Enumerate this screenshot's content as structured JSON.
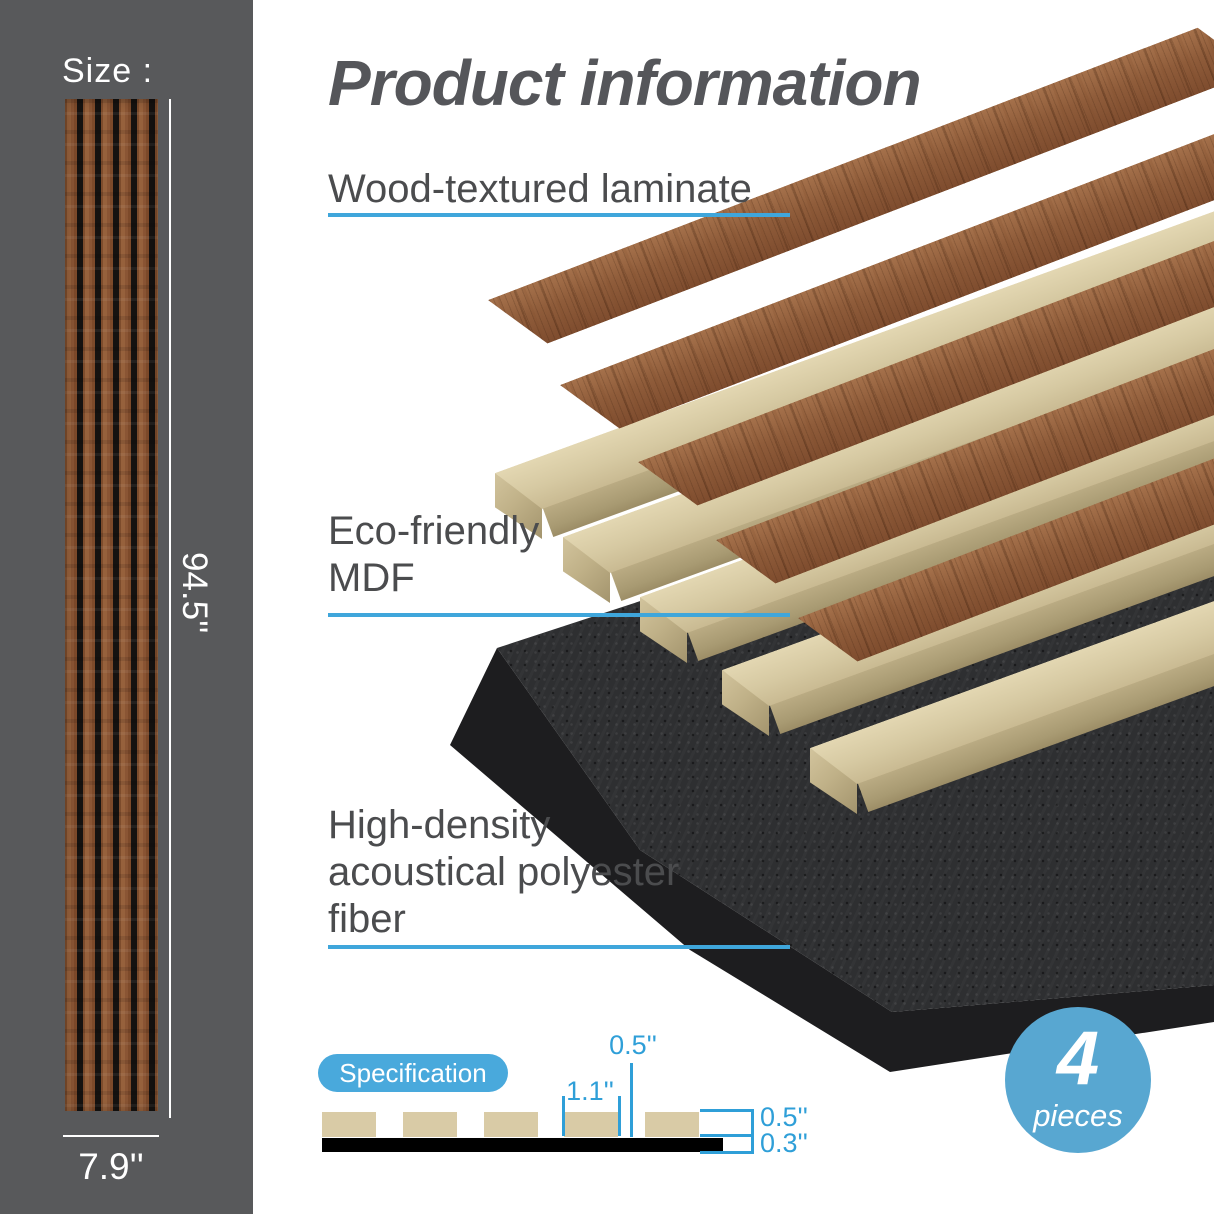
{
  "sidebar": {
    "size_label": "Size :",
    "panel_height": "94.5''",
    "panel_width": "7.9''"
  },
  "header": {
    "title": "Product information"
  },
  "callouts": {
    "laminate": {
      "line1": "Wood-textured laminate"
    },
    "mdf": {
      "line1": "Eco-friendly",
      "line2": "MDF"
    },
    "fiber": {
      "line1": "High-density",
      "line2": "acoustical polyester",
      "line3": "fiber"
    }
  },
  "specification": {
    "button_label": "Specification",
    "dims": {
      "slat_edge": "0.5''",
      "slat_spacing": "1.1''",
      "slat_thickness": "0.5''",
      "base_thickness": "0.3''"
    }
  },
  "badge": {
    "count": "4",
    "unit": "pieces"
  },
  "colors": {
    "accent_blue": "#3FA6DB",
    "badge_blue": "#58A7D1",
    "sidebar_gray": "#58595B",
    "heading_gray": "#55565A",
    "label_gray": "#4B4C4E",
    "wood_brown": "#8F5C3A",
    "mdf_beige": "#D7CAA3",
    "felt_black": "#2D2E30"
  }
}
